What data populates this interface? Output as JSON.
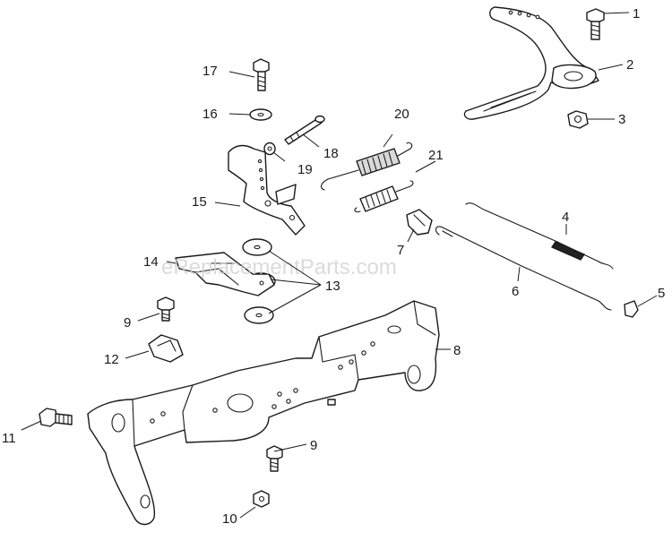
{
  "watermark": "eReplacementParts.com",
  "callouts": [
    {
      "id": "1",
      "label": "1"
    },
    {
      "id": "2",
      "label": "2"
    },
    {
      "id": "3",
      "label": "3"
    },
    {
      "id": "4",
      "label": "4"
    },
    {
      "id": "5",
      "label": "5"
    },
    {
      "id": "6",
      "label": "6"
    },
    {
      "id": "7",
      "label": "7"
    },
    {
      "id": "8",
      "label": "8"
    },
    {
      "id": "9a",
      "label": "9"
    },
    {
      "id": "9b",
      "label": "9"
    },
    {
      "id": "10",
      "label": "10"
    },
    {
      "id": "11",
      "label": "11"
    },
    {
      "id": "12",
      "label": "12"
    },
    {
      "id": "13",
      "label": "13"
    },
    {
      "id": "14",
      "label": "14"
    },
    {
      "id": "15",
      "label": "15"
    },
    {
      "id": "16",
      "label": "16"
    },
    {
      "id": "17",
      "label": "17"
    },
    {
      "id": "18",
      "label": "18"
    },
    {
      "id": "19",
      "label": "19"
    },
    {
      "id": "20",
      "label": "20"
    },
    {
      "id": "21",
      "label": "21"
    }
  ]
}
